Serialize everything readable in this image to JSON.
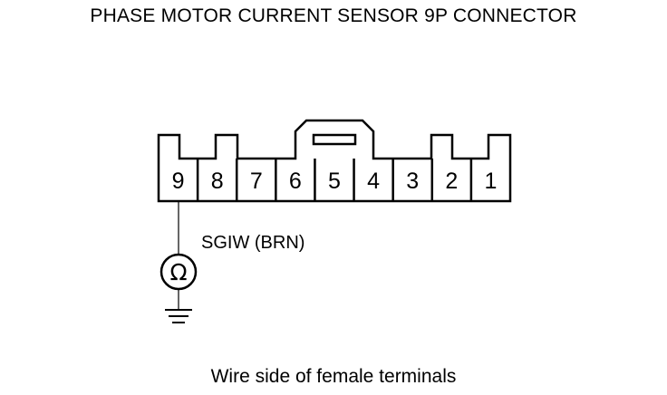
{
  "title": "PHASE MOTOR CURRENT SENSOR 9P CONNECTOR",
  "connector": {
    "pins": [
      "9",
      "8",
      "7",
      "6",
      "5",
      "4",
      "3",
      "2",
      "1"
    ]
  },
  "wire": {
    "label": "SGIW (BRN)",
    "pin": "9"
  },
  "meter": {
    "symbol": "Ω",
    "icon": "ohmmeter-icon"
  },
  "caption": "Wire side of female terminals"
}
